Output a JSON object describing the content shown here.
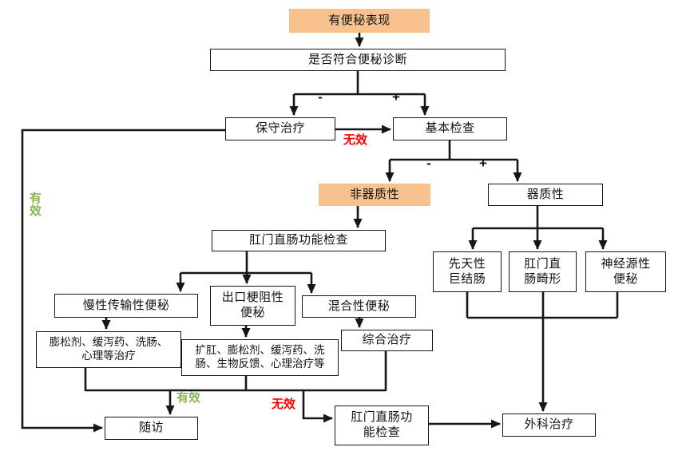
{
  "title": "constipation-management-flowchart",
  "colors": {
    "highlight_fill": "#F7C28D",
    "effective_green": "#8CB455",
    "ineffective_red": "#FF0000",
    "line_black": "#161616",
    "background": "#FFFFFF"
  },
  "nodes": {
    "start": "有便秘表现",
    "diagnosis": "是否符合便秘诊断",
    "conservative": "保守治疗",
    "basic_exam": "基本检查",
    "non_organic": "非器质性",
    "organic": "器质性",
    "anorectal_exam": "肛门直肠功能检查",
    "slow_transit": "慢性传输性便秘",
    "outlet_obstruction": "出口梗阻性\n便秘",
    "mixed": "混合性便秘",
    "treat_slow": "膨松剂、缓泻药、洗肠、\n心理等治疗",
    "treat_outlet": "扩肛、膨松剂、缓泻药、洗\n肠、生物反馈、心理治疗等",
    "comprehensive": "综合治疗",
    "congenital": "先天性\n巨结肠",
    "malformation": "肛门直\n肠畸形",
    "neurogenic": "神经源性\n便秘",
    "followup": "随访",
    "anorectal_exam2": "肛门直肠功\n能检查",
    "surgical": "外科治疗"
  },
  "labels": {
    "minus": "-",
    "plus": "+",
    "effective": "有效",
    "ineffective": "无效"
  }
}
